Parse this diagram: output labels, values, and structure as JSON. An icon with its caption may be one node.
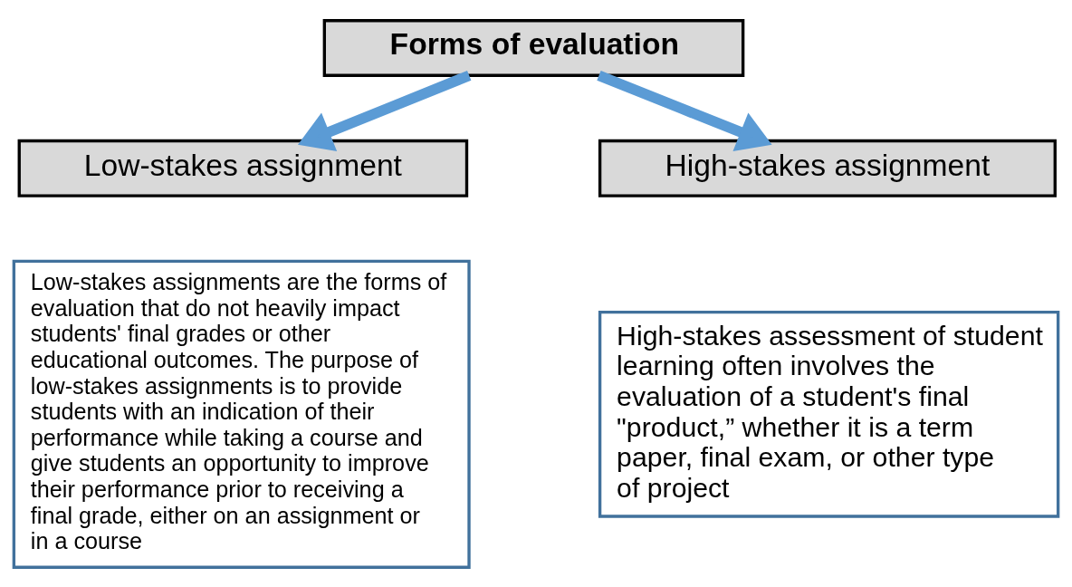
{
  "diagram": {
    "nodes": [
      {
        "text": [
          "Forms of evaluation"
        ]
      },
      {
        "text": [
          "Low-stakes assignment"
        ]
      },
      {
        "text": [
          "High-stakes assignment"
        ]
      },
      {
        "text": [
          "Low-stakes assignments are the forms of evaluation that do not heavily impact students' final grades or other educational outcomes. The purpose of low-stakes assignments is to provide students with an indication of their performance while taking a course and give students an opportunity to improve their performance prior to receiving a final grade, either on an assignment or in a course"
        ]
      },
      {
        "text": [
          "High-stakes assessment of student learning often involves the evaluation of a student's final \"product,” whether it is a term paper, final exam, or other type of project"
        ]
      }
    ],
    "edges": [
      {
        "from": 0,
        "to": 1,
        "arrow": "to"
      },
      {
        "from": 0,
        "to": 2,
        "arrow": "to"
      }
    ]
  }
}
